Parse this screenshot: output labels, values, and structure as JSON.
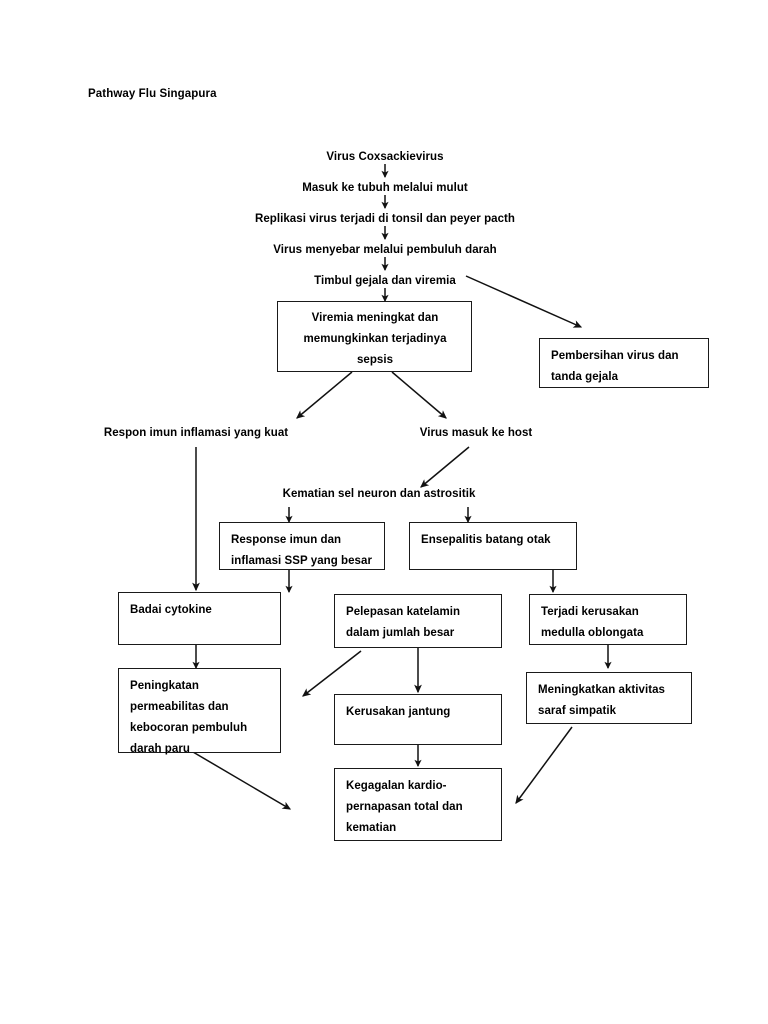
{
  "document": {
    "title": "Pathway Flu Singapura"
  },
  "diagram": {
    "type": "flowchart",
    "orientation": "top-down",
    "nodes": [
      {
        "id": "n1",
        "label": "Virus Coxsackievirus",
        "shape": "plain"
      },
      {
        "id": "n2",
        "label": "Masuk ke tubuh melalui mulut",
        "shape": "plain"
      },
      {
        "id": "n3",
        "label": "Replikasi virus terjadi di tonsil dan peyer pacth",
        "shape": "plain"
      },
      {
        "id": "n4",
        "label": "Virus menyebar melalui pembuluh darah",
        "shape": "plain"
      },
      {
        "id": "n5",
        "label": "Timbul gejala dan viremia",
        "shape": "plain"
      },
      {
        "id": "n6",
        "line1": "Viremia meningkat dan",
        "line2": "memungkinkan terjadinya",
        "line3": "sepsis",
        "shape": "box"
      },
      {
        "id": "n7",
        "line1": "Pembersihan virus dan",
        "line2": "tanda gejala",
        "shape": "box"
      },
      {
        "id": "n8",
        "label": "Respon imun inflamasi yang kuat",
        "shape": "plain"
      },
      {
        "id": "n9",
        "label": "Virus masuk ke host",
        "shape": "plain"
      },
      {
        "id": "n10",
        "label": "Kematian sel neuron dan astrositik",
        "shape": "plain"
      },
      {
        "id": "n11",
        "line1": "Response imun dan",
        "line2": "inflamasi SSP yang besar",
        "shape": "box"
      },
      {
        "id": "n12",
        "line1": "Ensepalitis batang otak",
        "shape": "box"
      },
      {
        "id": "n13",
        "line1": "Badai cytokine",
        "shape": "box"
      },
      {
        "id": "n14",
        "line1": "Pelepasan katelamin",
        "line2": "dalam jumlah besar",
        "shape": "box"
      },
      {
        "id": "n15",
        "line1": "Terjadi kerusakan",
        "line2": "medulla oblongata",
        "shape": "box"
      },
      {
        "id": "n16",
        "line1": "Peningkatan",
        "line2": "permeabilitas dan",
        "line3": "kebocoran pembuluh",
        "line4": "darah paru",
        "shape": "box"
      },
      {
        "id": "n17",
        "line1": "Kerusakan jantung",
        "shape": "box"
      },
      {
        "id": "n18",
        "line1": "Meningkatkan aktivitas",
        "line2": "saraf simpatik",
        "shape": "box"
      },
      {
        "id": "n19",
        "line1": "Kegagalan kardio-",
        "line2": "pernapasan total dan",
        "line3": "kematian",
        "shape": "box"
      }
    ],
    "edges": [
      {
        "from": "n1",
        "to": "n2",
        "style": "vertical-arrow"
      },
      {
        "from": "n2",
        "to": "n3",
        "style": "vertical-arrow"
      },
      {
        "from": "n3",
        "to": "n4",
        "style": "vertical-arrow"
      },
      {
        "from": "n4",
        "to": "n5",
        "style": "vertical-arrow"
      },
      {
        "from": "n5",
        "to": "n6",
        "style": "vertical-arrow"
      },
      {
        "from": "n5",
        "to": "n7",
        "style": "diagonal-arrow"
      },
      {
        "from": "n6",
        "to": "n8",
        "style": "diagonal-arrow"
      },
      {
        "from": "n6",
        "to": "n9",
        "style": "diagonal-arrow"
      },
      {
        "from": "n9",
        "to": "n10",
        "style": "diagonal-arrow"
      },
      {
        "from": "n8",
        "to": "n13",
        "style": "vertical-arrow"
      },
      {
        "from": "n10",
        "to": "n11",
        "style": "vertical-arrow"
      },
      {
        "from": "n10",
        "to": "n12",
        "style": "vertical-arrow"
      },
      {
        "from": "n11",
        "to": "n14",
        "style": "vertical-arrow"
      },
      {
        "from": "n12",
        "to": "n15",
        "style": "vertical-arrow"
      },
      {
        "from": "n13",
        "to": "n16",
        "style": "vertical-arrow"
      },
      {
        "from": "n14",
        "to": "n17",
        "style": "vertical-arrow"
      },
      {
        "from": "n14",
        "to": "n16",
        "style": "diagonal-arrow"
      },
      {
        "from": "n15",
        "to": "n18",
        "style": "vertical-arrow"
      },
      {
        "from": "n16",
        "to": "n19",
        "style": "diagonal-arrow"
      },
      {
        "from": "n17",
        "to": "n19",
        "style": "vertical-arrow"
      },
      {
        "from": "n18",
        "to": "n19",
        "style": "diagonal-arrow"
      }
    ],
    "colors": {
      "line": "#1a1a1a",
      "text": "#000000",
      "background": "#ffffff"
    }
  }
}
